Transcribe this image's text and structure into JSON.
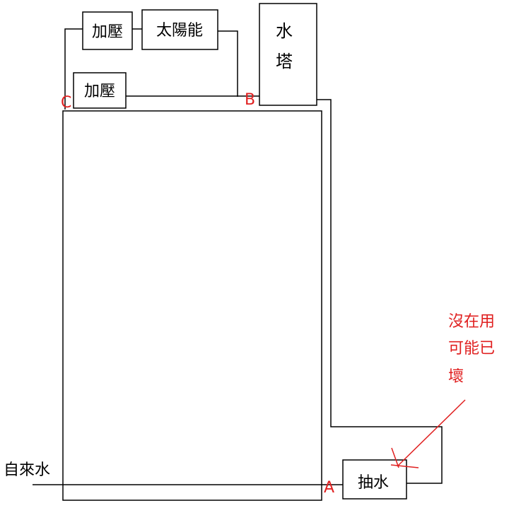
{
  "boxes": {
    "pressurizer_top": "加壓",
    "solar": "太陽能",
    "pressurizer_left": "加壓",
    "water_tower_line1": "水",
    "water_tower_line2": "塔",
    "pump": "抽水"
  },
  "labels": {
    "tap_water": "自來水",
    "point_a": "A",
    "point_b": "B",
    "point_c": "C"
  },
  "annotation": {
    "line1": "沒在用",
    "line2": "可能已",
    "line3": "壞"
  },
  "colors": {
    "ink": "#000000",
    "annotation": "#e02020"
  }
}
